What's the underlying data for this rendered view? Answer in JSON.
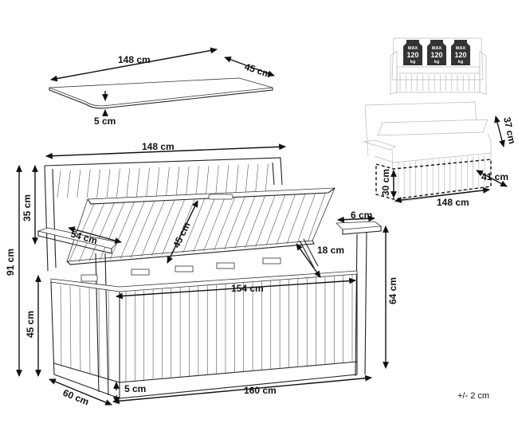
{
  "dimensions": {
    "top_width": "148 cm",
    "top_depth": "45 cm",
    "top_thickness": "5 cm",
    "back_width": "148 cm",
    "back_height": "35 cm",
    "total_height": "91 cm",
    "seat_height": "45 cm",
    "lid_width": "54 cm",
    "lid_height": "45 cm",
    "armrest_width": "6 cm",
    "hinge_support": "18 cm",
    "inner_width": "154 cm",
    "total_width": "160 cm",
    "base_height": "5 cm",
    "total_depth": "60 cm",
    "arm_height": "64 cm",
    "storage_depth": "37 cm",
    "storage_height": "30 cm",
    "storage_inner_depth": "41 cm",
    "storage_width": "148 cm"
  },
  "load_badges": [
    {
      "max": "MAX",
      "value": "120",
      "unit": "kg"
    },
    {
      "max": "MAX",
      "value": "120",
      "unit": "kg"
    },
    {
      "max": "MAX",
      "value": "120",
      "unit": "kg"
    }
  ],
  "tolerance": "+/- 2 cm",
  "colors": {
    "line": "#222222",
    "ghost": "#b9b9b9",
    "badge": "#333333"
  }
}
